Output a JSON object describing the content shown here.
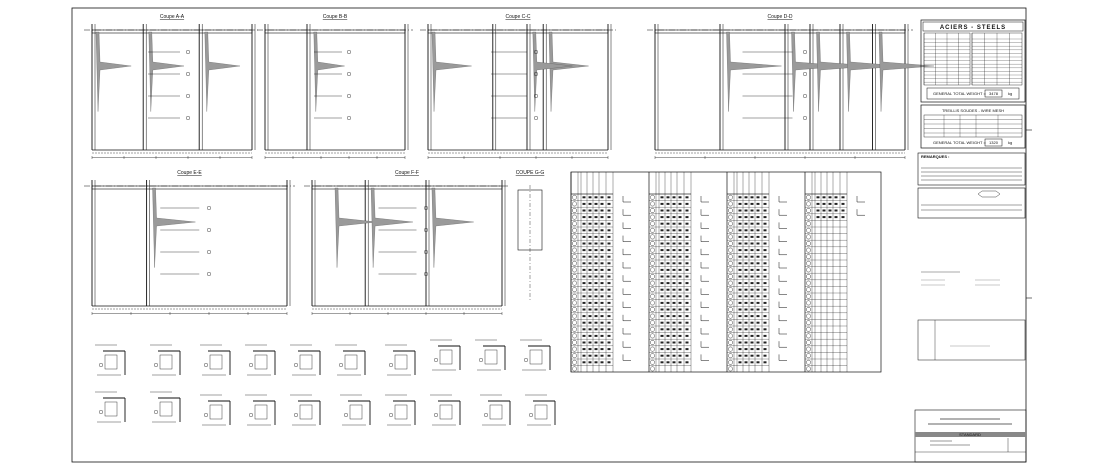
{
  "sheet": {
    "sections_top": [
      {
        "id": "aa",
        "title": "Coupe A-A"
      },
      {
        "id": "bb",
        "title": "Coupe B-B"
      },
      {
        "id": "cc",
        "title": "Coupe C-C"
      },
      {
        "id": "dd",
        "title": "Coupe D-D"
      }
    ],
    "sections_bottom": [
      {
        "id": "ee",
        "title": "Coupe E-E"
      },
      {
        "id": "ff",
        "title": "Coupe F-F"
      },
      {
        "id": "gg",
        "title": "COUPE G-G"
      }
    ],
    "steel_table": {
      "title": "ACIERS - STEELS",
      "total_label": "GENERAL TOTAL WEIGHT =",
      "total_value": "3478",
      "unit": "kg"
    },
    "mesh_table": {
      "title": "TREILLIS SOUDES - WIRE MESH",
      "total_label": "GENERAL TOTAL WEIGHT =",
      "total_value": "1320",
      "unit": "kg"
    },
    "notes": {
      "title": "REMARQUES :"
    },
    "title_block": {
      "section": "STANDARD"
    }
  },
  "colors": {
    "line": "#111111",
    "fill": "#9a9a9a",
    "bg": "#ffffff"
  }
}
